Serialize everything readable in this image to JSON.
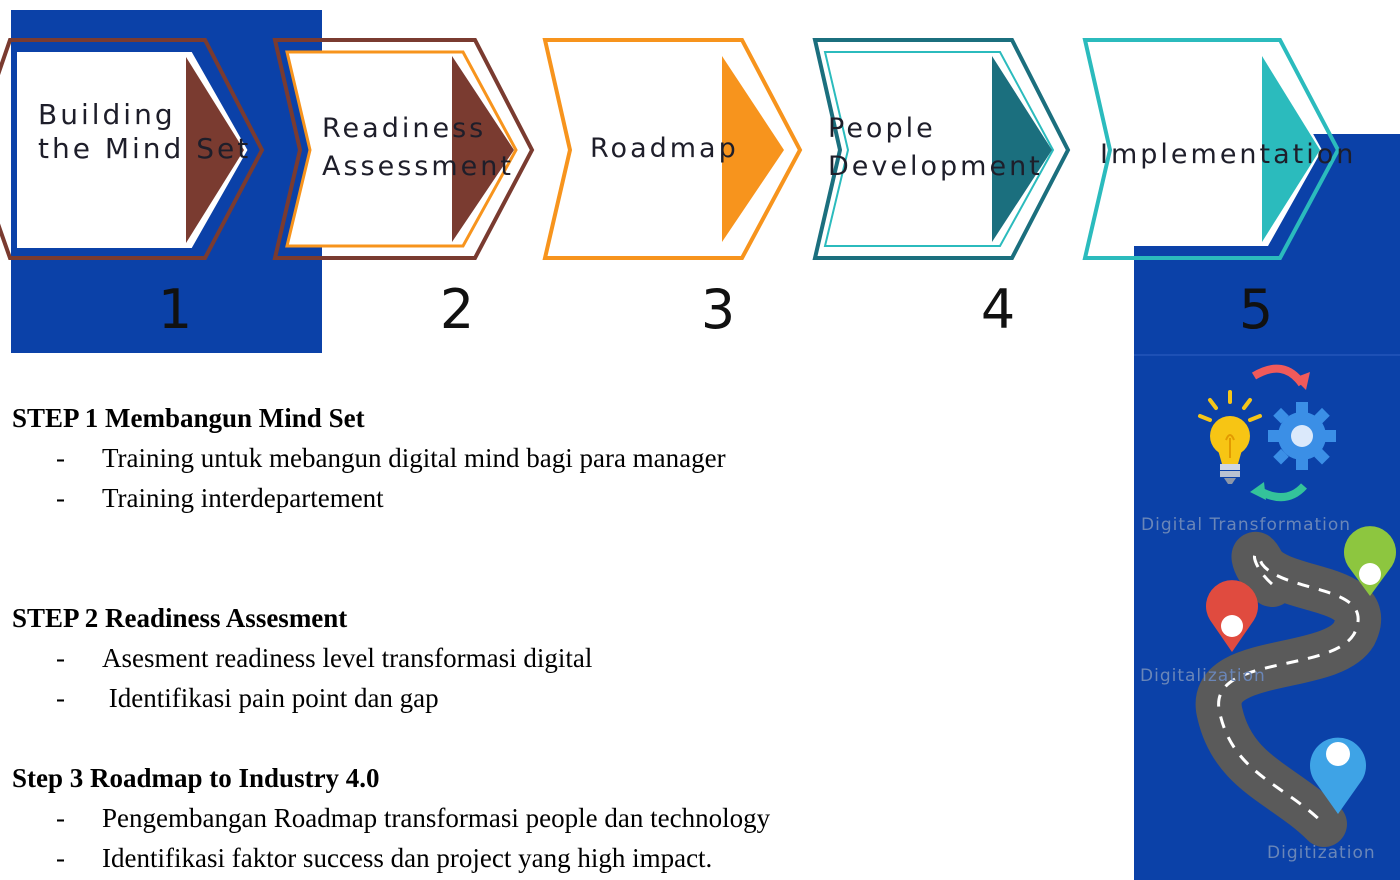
{
  "process": {
    "steps": [
      {
        "label": "Building\nthe Mind Set",
        "number": "1"
      },
      {
        "label": "Readiness\nAssessment",
        "number": "2"
      },
      {
        "label": "Roadmap",
        "number": "3"
      },
      {
        "label": "People\nDevelopment",
        "number": "4"
      },
      {
        "label": "Implementation",
        "number": "5"
      }
    ]
  },
  "side_panel": {
    "captions": [
      "Digital Transformation",
      "Digitalization",
      "Digitization"
    ]
  },
  "details": {
    "step1": {
      "title": "STEP 1  Membangun Mind Set",
      "bullets": [
        "Training untuk mebangun digital mind bagi para manager",
        "Training interdepartement"
      ]
    },
    "step2": {
      "title": "STEP 2  Readiness Assesment",
      "bullets": [
        "Asesment readiness level transformasi digital",
        " Identifikasi pain point dan gap"
      ]
    },
    "step3": {
      "title": "Step 3 Roadmap to Industry 4.0",
      "bullets": [
        "Pengembangan Roadmap transformasi people dan technology",
        "Identifikasi faktor success dan project yang high impact."
      ]
    },
    "dash": "-"
  },
  "colors": {
    "blue": "#0b41a8",
    "brown": "#7a3b30",
    "orange": "#f7941d",
    "dark_teal": "#1b6f7e",
    "teal": "#2bbbbd"
  }
}
